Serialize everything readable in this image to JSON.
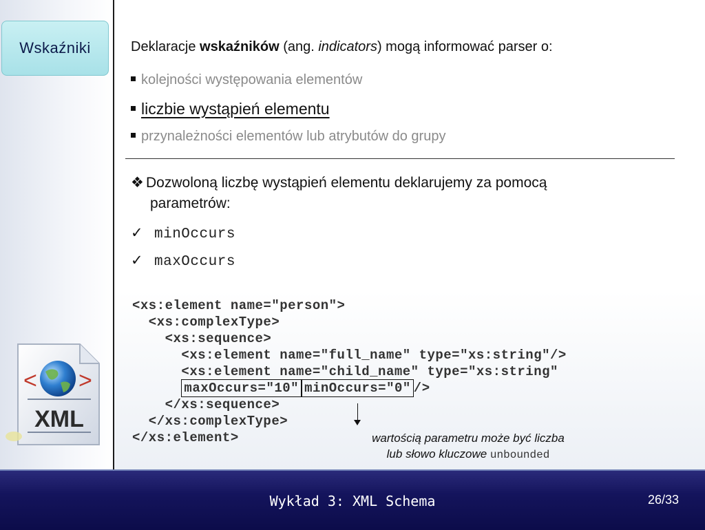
{
  "sidebar": {
    "section_label": "Wskaźniki",
    "logo_text": "XML",
    "logo_icon": "xml-globe-document-icon"
  },
  "intro": {
    "part1": "Deklaracje ",
    "bold": "wskaźników",
    "part2": " (ang. ",
    "italic": "indicators",
    "part3": ") mogą informować parser o:"
  },
  "bullets": [
    "kolejności występowania elementów",
    "liczbie wystąpień elementu",
    "przynależności elementów lub atrybutów do grupy"
  ],
  "statement": {
    "line1": "Dozwoloną liczbę wystąpień elementu deklarujemy za pomocą",
    "line2": "parametrów:"
  },
  "params": [
    "minOccurs",
    "maxOccurs"
  ],
  "code": {
    "l1": "<xs:element name=\"person\">",
    "l2": "  <xs:complexType>",
    "l3": "    <xs:sequence>",
    "l4": "      <xs:element name=\"full_name\" type=\"xs:string\"/>",
    "l5": "      <xs:element name=\"child_name\" type=\"xs:string\"",
    "l6_indent": "      ",
    "l6_box1": "maxOccurs=\"10\"",
    "l6_box2": "minOccurs=\"0\"",
    "l6_end": "/>",
    "l7": "    </xs:sequence>",
    "l8": "  </xs:complexType>",
    "l9": "</xs:element>"
  },
  "note": {
    "line1": "wartością parametru może być liczba",
    "line2": "lub słowo kluczowe ",
    "keyword": "unbounded"
  },
  "footer": {
    "title": "Wykład 3: XML Schema",
    "page": "26/33"
  },
  "colors": {
    "footer_bg": "#14145c",
    "badge_bg": "#a8e1e8",
    "muted_text": "#8a8a8a"
  }
}
